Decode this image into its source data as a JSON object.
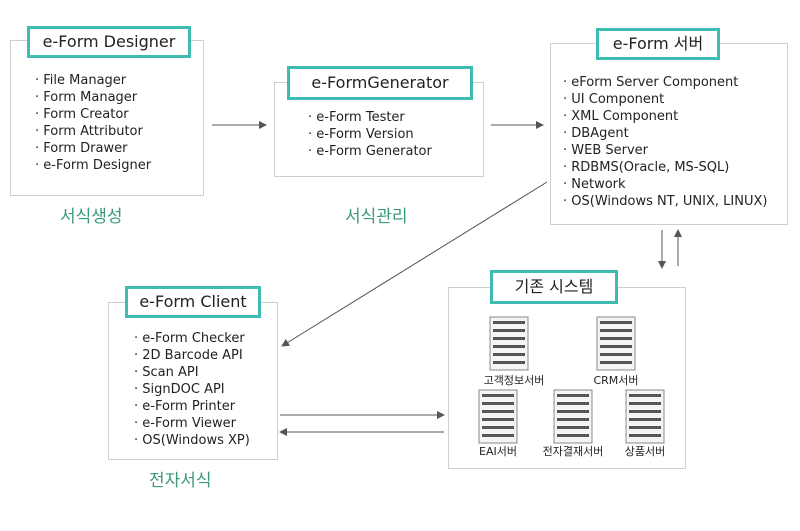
{
  "designer": {
    "title": "e-Form Designer",
    "items": [
      "File Manager",
      "Form Manager",
      "Form Creator",
      "Form Attributor",
      "Form Drawer",
      "e-Form Designer"
    ],
    "caption": "서식생성"
  },
  "generator": {
    "title": "e-FormGenerator",
    "items": [
      "e-Form Tester",
      "e-Form Version",
      "e-Form Generator"
    ],
    "caption": "서식관리"
  },
  "server": {
    "title": "e-Form 서버",
    "items": [
      "eForm Server Component",
      "UI Component",
      "XML Component",
      "DBAgent",
      "WEB Server",
      "RDBMS(Oracle, MS-SQL)",
      "Network",
      "OS(Windows NT, UNIX, LINUX)"
    ]
  },
  "client": {
    "title": "e-Form Client",
    "items": [
      "e-Form Checker",
      "2D Barcode API",
      "Scan API",
      "SignDOC API",
      "e-Form Printer",
      "e-Form Viewer",
      "OS(Windows XP)"
    ],
    "caption": "전자서식"
  },
  "legacy": {
    "title": "기존 시스템",
    "servers": [
      "고객정보서버",
      "CRM서버",
      "EAI서버",
      "전자결재서버",
      "상품서버"
    ]
  },
  "colors": {
    "accent": "#3fbcb0",
    "caption": "#3a9a78",
    "arrow": "#555555"
  }
}
